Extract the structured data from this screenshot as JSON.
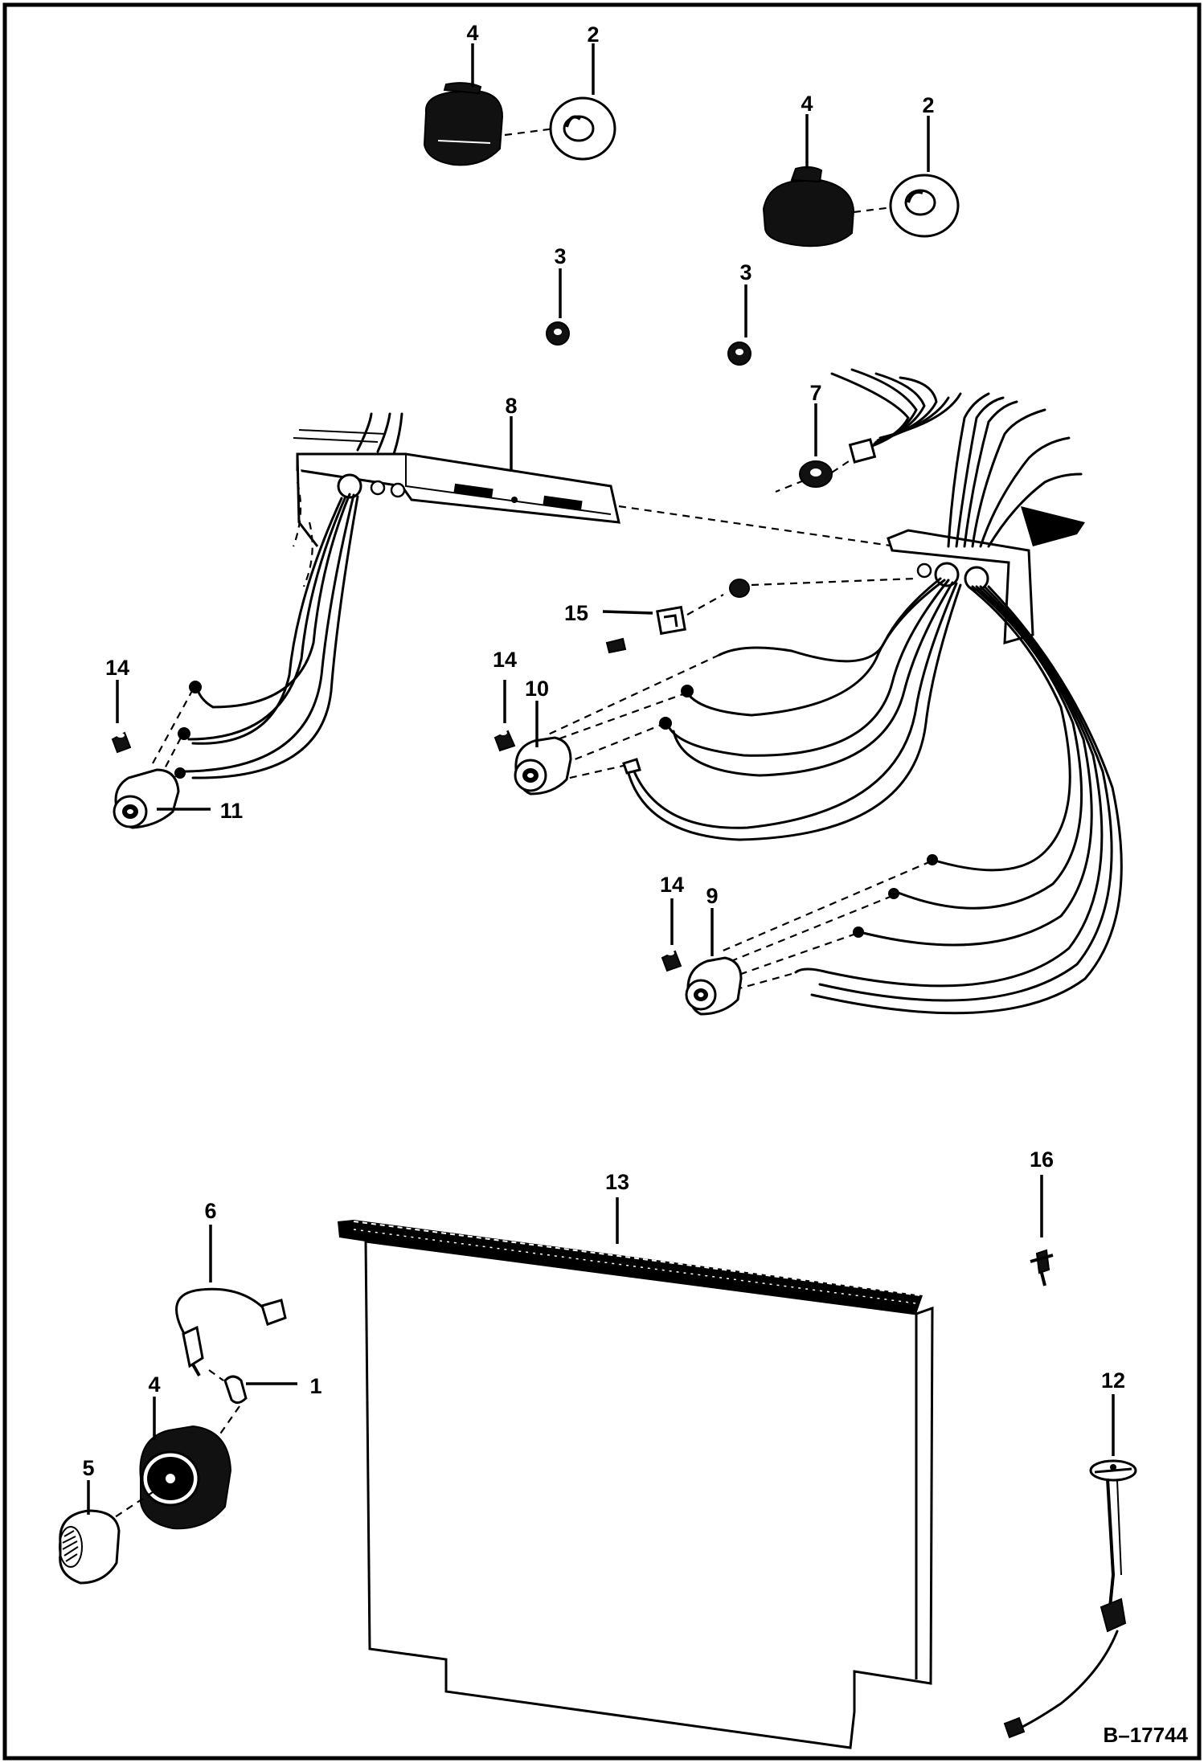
{
  "diagram": {
    "drawing_number": "B–17744",
    "callouts": [
      {
        "id": "knob-top-left",
        "label": "4"
      },
      {
        "id": "washer-top-left",
        "label": "2"
      },
      {
        "id": "knob-top-right",
        "label": "4"
      },
      {
        "id": "washer-top-right",
        "label": "2"
      },
      {
        "id": "nut-left",
        "label": "3"
      },
      {
        "id": "nut-right",
        "label": "3"
      },
      {
        "id": "bracket",
        "label": "8"
      },
      {
        "id": "grommet",
        "label": "7"
      },
      {
        "id": "clip",
        "label": "15"
      },
      {
        "id": "screw-left",
        "label": "14"
      },
      {
        "id": "socket-left",
        "label": "11"
      },
      {
        "id": "screw-middle",
        "label": "14"
      },
      {
        "id": "socket-middle",
        "label": "10"
      },
      {
        "id": "screw-lower",
        "label": "14"
      },
      {
        "id": "socket-lower",
        "label": "9"
      },
      {
        "id": "cover-panel",
        "label": "13"
      },
      {
        "id": "fastener-right",
        "label": "16"
      },
      {
        "id": "harness-lead",
        "label": "6"
      },
      {
        "id": "bulb",
        "label": "1"
      },
      {
        "id": "knob-bottom",
        "label": "4"
      },
      {
        "id": "lens-cap",
        "label": "5"
      },
      {
        "id": "sender",
        "label": "12"
      }
    ]
  }
}
